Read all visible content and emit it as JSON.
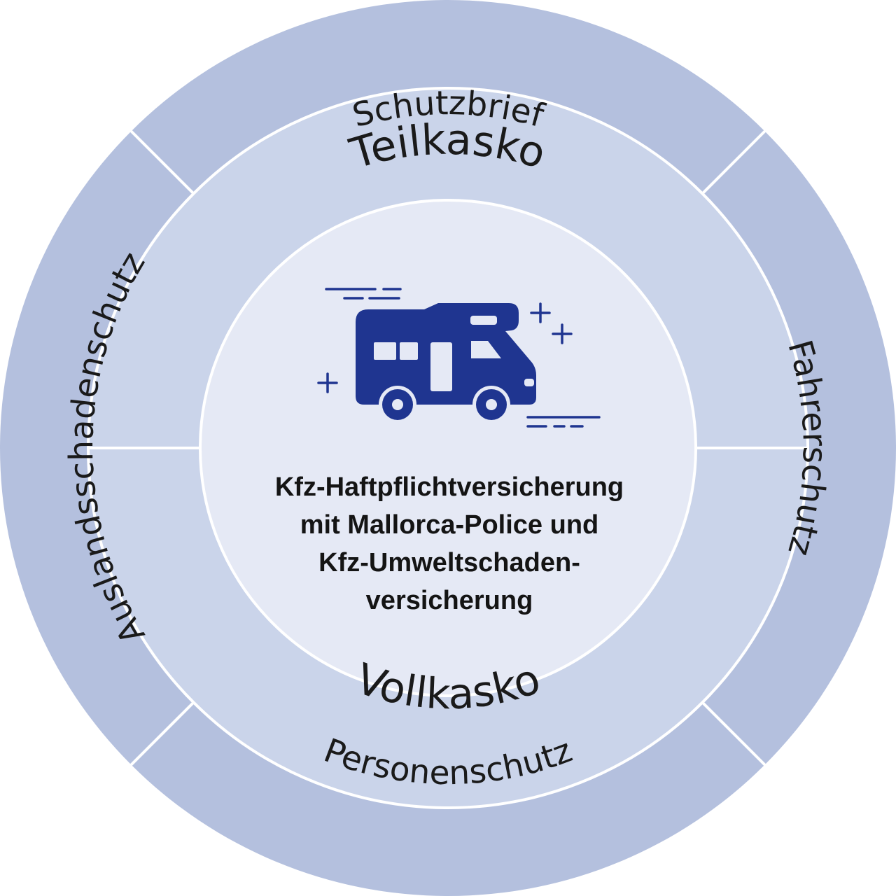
{
  "colors": {
    "outer_ring": "#b4c0de",
    "middle_ring": "#cad4ea",
    "center": "#e5e9f5",
    "divider": "#ffffff",
    "icon": "#1f3590"
  },
  "outer_ring": {
    "top": "Schutzbrief",
    "left": "Auslandsschadenschutz",
    "right": "Fahrerschutz",
    "bottom": "Personenschutz"
  },
  "middle_ring": {
    "top": "Teilkasko",
    "bottom": "Vollkasko"
  },
  "center": {
    "icon": "camper-van-icon",
    "lines": [
      "Kfz-Haftpflichtversicherung",
      "mit Mallorca-Police und",
      "Kfz-Umweltschaden-",
      "versicherung"
    ]
  }
}
